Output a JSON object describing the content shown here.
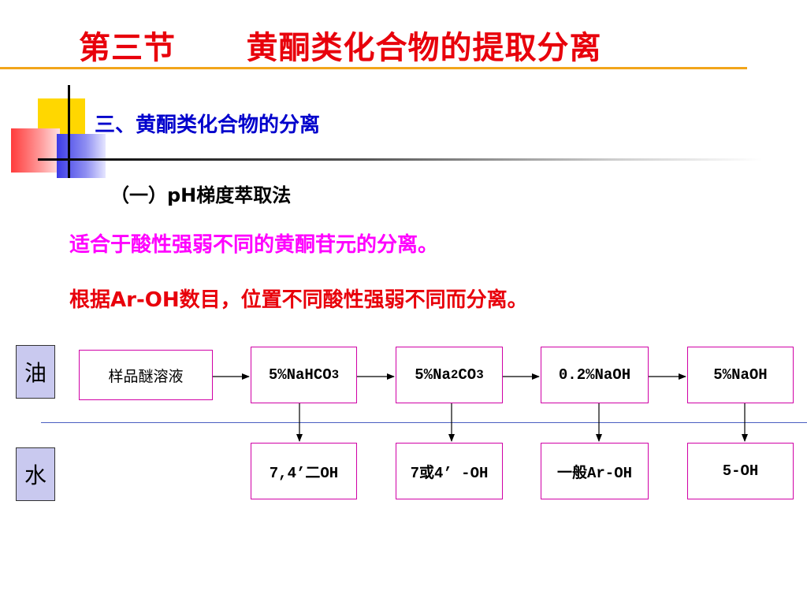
{
  "title": "第三节      黄酮类化合物的提取分离",
  "section": "三、黄酮类化合物的分离",
  "subsection": "（一）pH梯度萃取法",
  "line1": "适合于酸性强弱不同的黄酮苷元的分离。",
  "line2": "根据Ar-OH数目，位置不同酸性强弱不同而分离。",
  "side_labels": {
    "oil": "油",
    "water": "水"
  },
  "flow": {
    "sample": "样品醚溶液",
    "top": [
      {
        "pre": "5%NaHCO",
        "sub": "3",
        "post": ""
      },
      {
        "pre": "5%Na",
        "sub": "2",
        "post": "CO",
        "sub2": "3"
      },
      {
        "pre": "0.2%NaOH",
        "sub": "",
        "post": ""
      },
      {
        "pre": "5%NaOH",
        "sub": "",
        "post": ""
      }
    ],
    "bottom": [
      "7,4’二OH",
      "7或4’ -OH",
      "一般Ar-OH",
      "5-OH"
    ]
  },
  "colors": {
    "title": "#e8000b",
    "rule": "#f2a51a",
    "section": "#0000cc",
    "line1": "#ff00ff",
    "line2": "#e8000b",
    "box_border": "#d000a6"
  }
}
